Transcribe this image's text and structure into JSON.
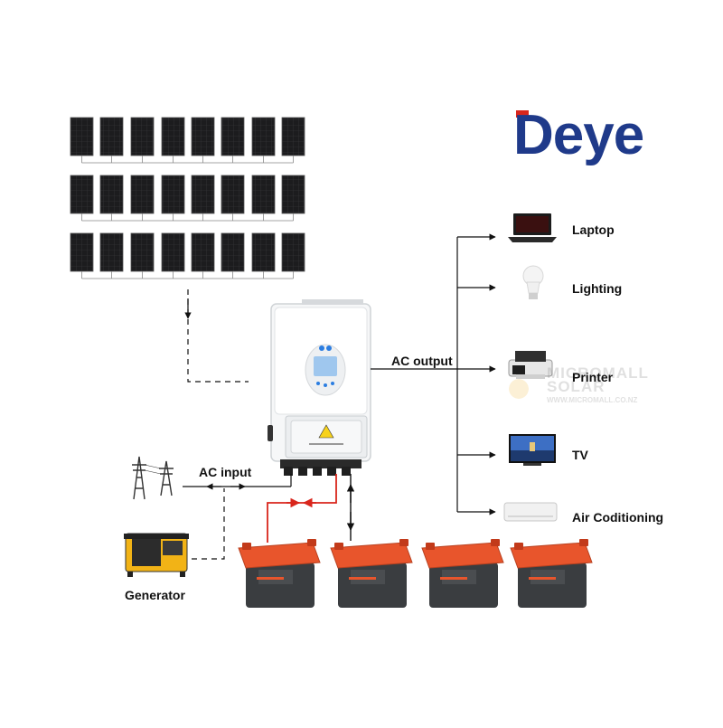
{
  "brand": {
    "name": "Deye",
    "logo_blue": "#1f3a8a",
    "logo_red": "#d9261c"
  },
  "labels": {
    "ac_output": "AC output",
    "ac_input": "AC input",
    "generator": "Generator"
  },
  "loads": [
    {
      "label": "Laptop",
      "icon": "laptop-icon"
    },
    {
      "label": "Lighting",
      "icon": "light-bulb-icon"
    },
    {
      "label": "Printer",
      "icon": "printer-icon"
    },
    {
      "label": "TV",
      "icon": "tv-icon"
    },
    {
      "label": "Air Coditioning",
      "icon": "air-conditioner-icon"
    }
  ],
  "solar_array": {
    "rows": 3,
    "panels_per_row": 8
  },
  "battery_count": 4,
  "watermark": {
    "line1": "MICROMALL",
    "line2": "SOLAR",
    "line3": "WWW.MICROMALL.CO.NZ"
  },
  "colors": {
    "battery_top": "#e8552c",
    "battery_body": "#3a3d40",
    "dc_line": "#d9261c",
    "panel": "#1c1c1e"
  }
}
